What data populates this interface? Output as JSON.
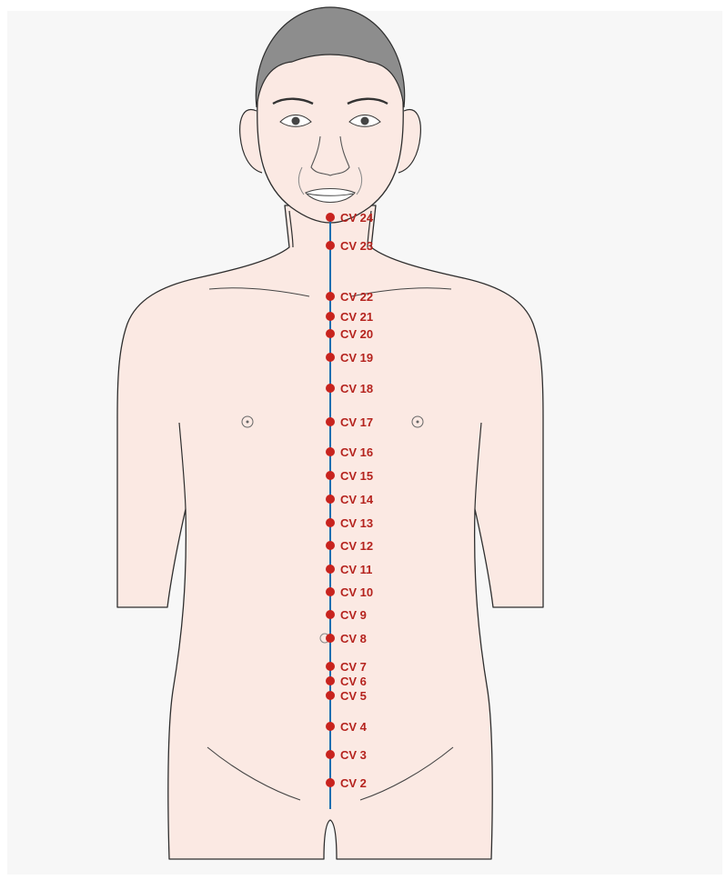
{
  "colors": {
    "background": "#f7f7f7",
    "skin": "#fbe9e3",
    "outline": "#2e2e2e",
    "hair": "#8d8d8d",
    "meridian_line": "#1a6fb0",
    "point": "#c8231e",
    "label": "#b5231e"
  },
  "meridian": {
    "points": [
      {
        "label": "CV 24"
      },
      {
        "label": "CV 23"
      },
      {
        "label": "CV 22"
      },
      {
        "label": "CV 21"
      },
      {
        "label": "CV 20"
      },
      {
        "label": "CV 19"
      },
      {
        "label": "CV 18"
      },
      {
        "label": "CV 17"
      },
      {
        "label": "CV 16"
      },
      {
        "label": "CV 15"
      },
      {
        "label": "CV 14"
      },
      {
        "label": "CV 13"
      },
      {
        "label": "CV 12"
      },
      {
        "label": "CV 11"
      },
      {
        "label": "CV 10"
      },
      {
        "label": "CV 9"
      },
      {
        "label": "CV 8"
      },
      {
        "label": "CV 7"
      },
      {
        "label": "CV 6"
      },
      {
        "label": "CV 5"
      },
      {
        "label": "CV 4"
      },
      {
        "label": "CV 3"
      },
      {
        "label": "CV 2"
      }
    ]
  }
}
